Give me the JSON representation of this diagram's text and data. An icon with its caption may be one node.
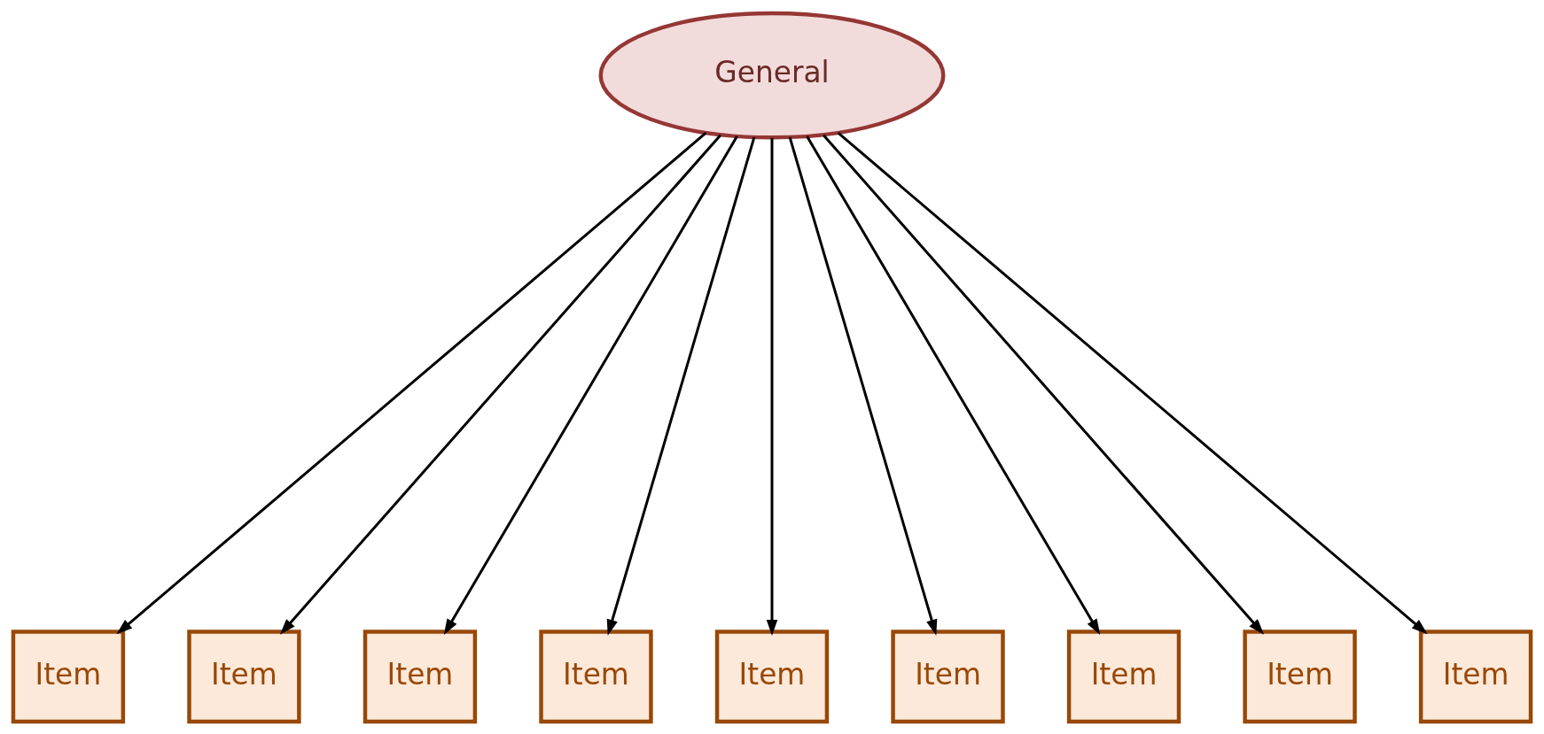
{
  "diagram": {
    "nodes": [
      {
        "text": [
          "General"
        ]
      },
      {
        "text": [
          "Item"
        ]
      },
      {
        "text": [
          "Item"
        ]
      },
      {
        "text": [
          "Item"
        ]
      },
      {
        "text": [
          "Item"
        ]
      },
      {
        "text": [
          "Item"
        ]
      },
      {
        "text": [
          "Item"
        ]
      },
      {
        "text": [
          "Item"
        ]
      },
      {
        "text": [
          "Item"
        ]
      },
      {
        "text": [
          "Item"
        ]
      }
    ],
    "edges": [
      {
        "from": 0,
        "to": 1,
        "arrow": "to"
      },
      {
        "from": 0,
        "to": 2,
        "arrow": "to"
      },
      {
        "from": 0,
        "to": 3,
        "arrow": "to"
      },
      {
        "from": 0,
        "to": 4,
        "arrow": "to"
      },
      {
        "from": 0,
        "to": 5,
        "arrow": "to"
      },
      {
        "from": 0,
        "to": 6,
        "arrow": "to"
      },
      {
        "from": 0,
        "to": 7,
        "arrow": "to"
      },
      {
        "from": 0,
        "to": 8,
        "arrow": "to"
      },
      {
        "from": 0,
        "to": 9,
        "arrow": "to"
      }
    ]
  }
}
